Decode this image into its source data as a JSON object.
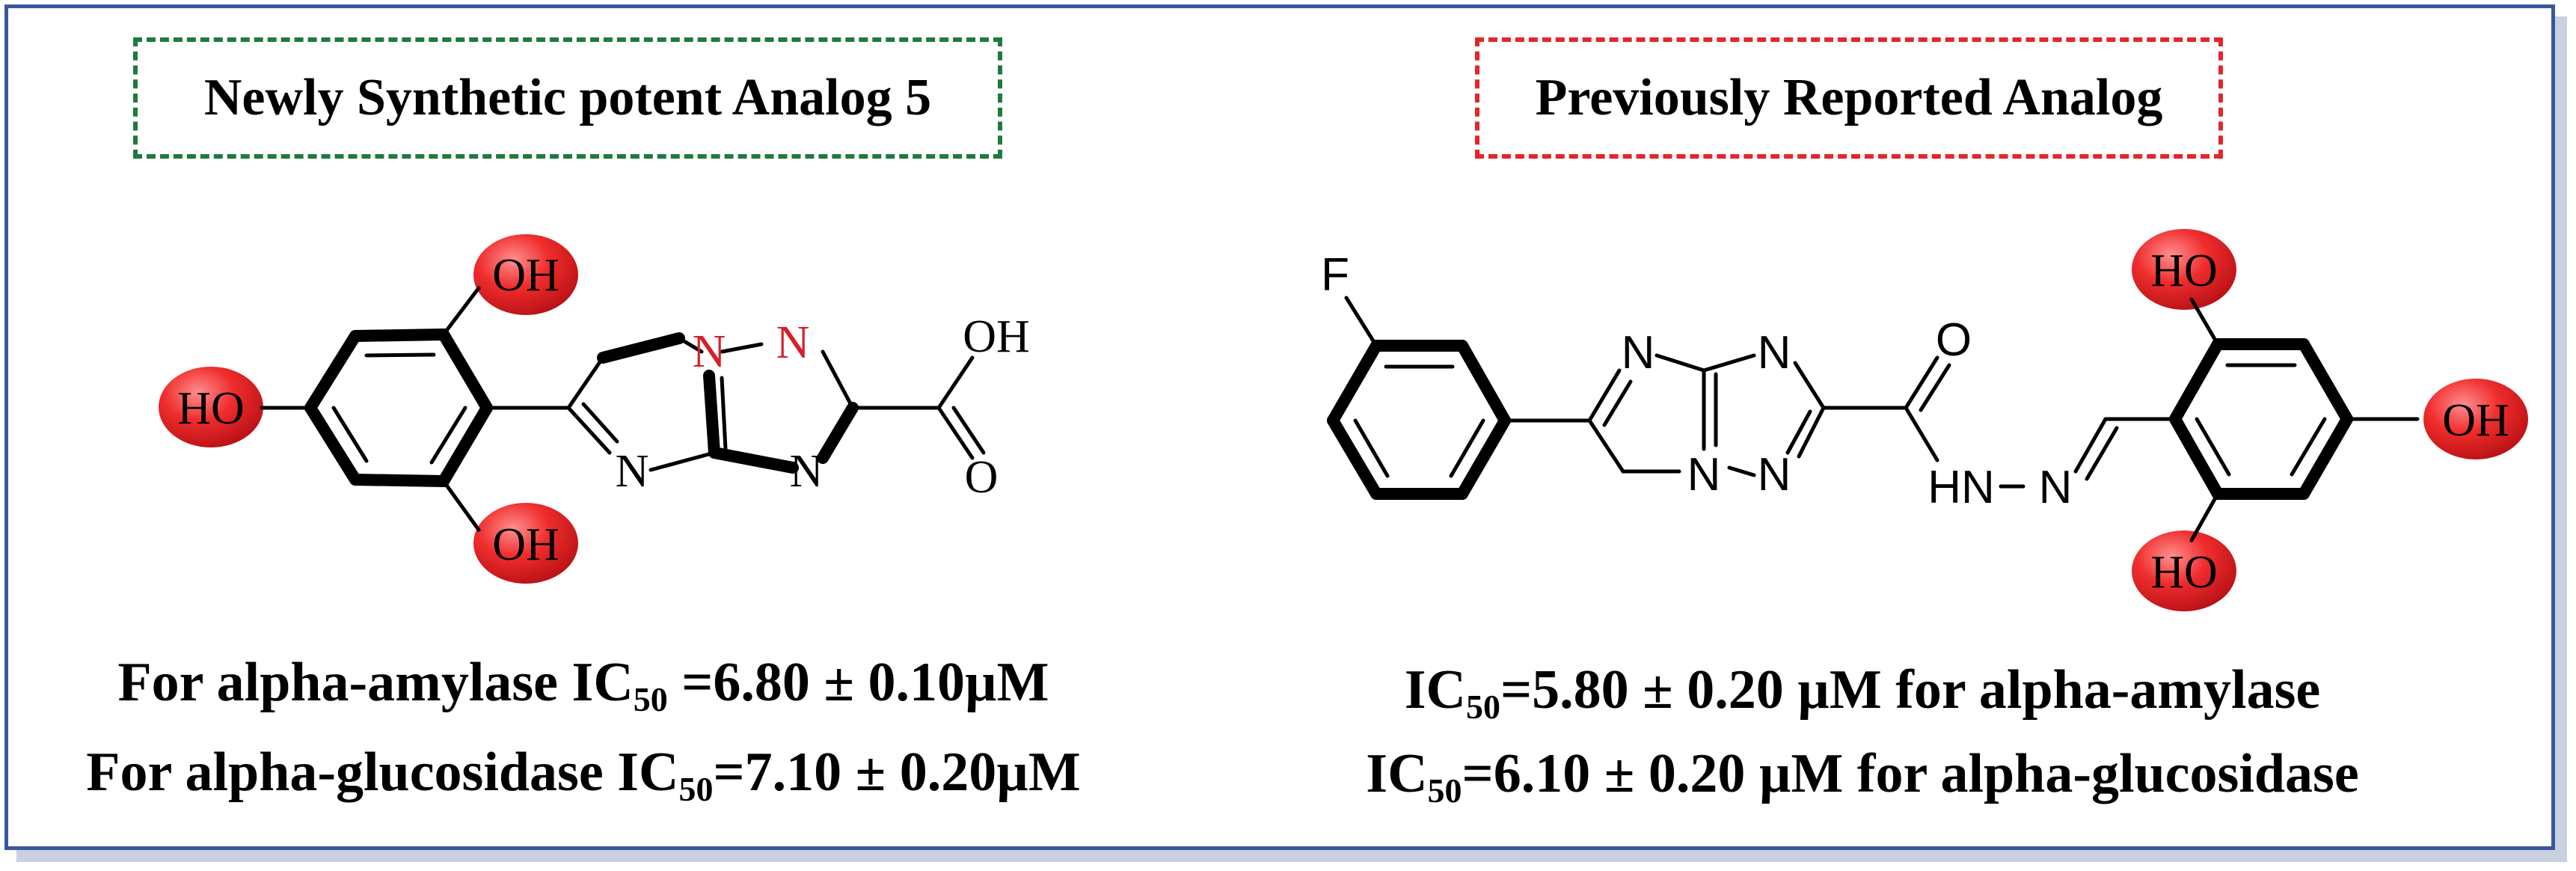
{
  "left_panel": {
    "title": "Newly Synthetic potent Analog 5",
    "title_border_color": "#1f7a3c",
    "activity_lines": [
      {
        "prefix": "For alpha-amylase IC",
        "sub": "50",
        "suffix": " =6.80 ± 0.10µM"
      },
      {
        "prefix": "For alpha-glucosidase IC",
        "sub": "50",
        "suffix": "=7.10 ± 0.20µM"
      }
    ],
    "atoms": {
      "oh_top": "OH",
      "ho_left": "HO",
      "oh_bottom": "OH",
      "n_bridge": "N",
      "n_top": "N",
      "n_low_left": "N",
      "n_low_right": "N",
      "oh_acid": "OH",
      "o_acid": "O"
    }
  },
  "right_panel": {
    "title": "Previously Reported Analog",
    "title_border_color": "#e3262b",
    "activity_lines": [
      {
        "prefix": "IC",
        "sub": "50",
        "suffix": "=5.80 ± 0.20 µM for alpha-amylase"
      },
      {
        "prefix": "IC",
        "sub": "50",
        "suffix": "=6.10 ± 0.20 µM for alpha-glucosidase"
      }
    ],
    "atoms": {
      "f": "F",
      "n_imid": "N",
      "n_tri_top": "N",
      "n_bridge": "N",
      "n_tri_low": "N",
      "o_carbonyl": "O",
      "hn": "HN",
      "n_imine": "N",
      "ho_top": "HO",
      "oh_right": "OH",
      "ho_bottom": "HO"
    }
  },
  "colors": {
    "frame": "#3b57a0",
    "highlight_ellipse": "#e3262b",
    "hetero_n": "#d4202a"
  }
}
